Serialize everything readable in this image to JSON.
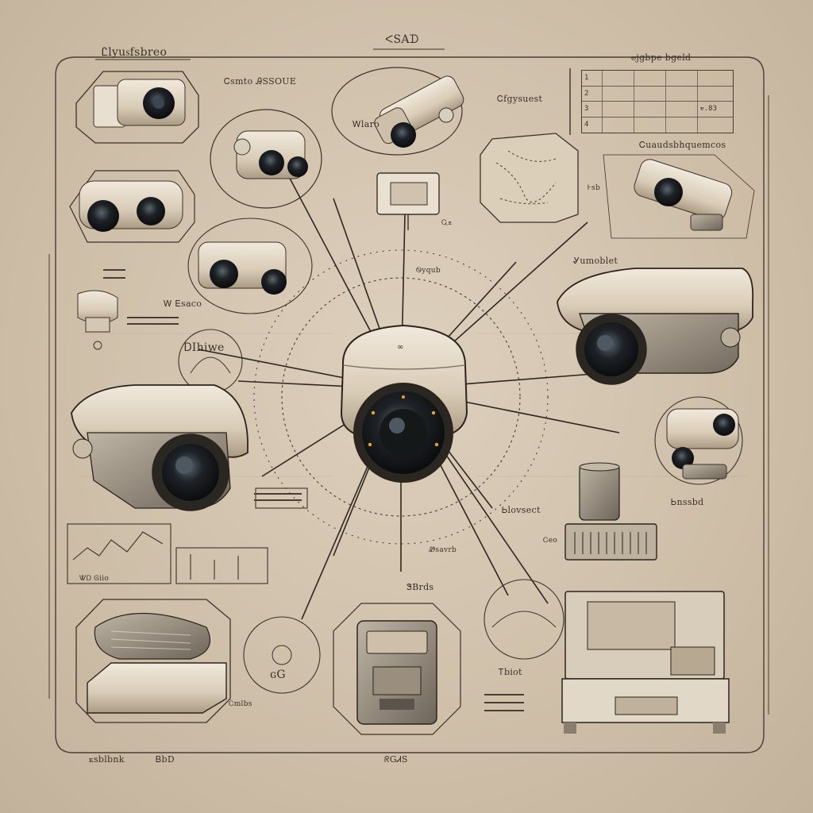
{
  "title": "ᐸSAᗪ",
  "labels": {
    "top_left": "Ꮭlyuꮪfsbreo",
    "top_right": "ꮼjgbpe bgeld",
    "left_top_box": "Ꮯsmto ᎯSSOUE",
    "center_top": "Ꮯfgysuest",
    "rack_label": "Ꮯuaudsbhquemcos",
    "right_mid": "Ꮍumoblet",
    "cam_caption": "Ꮃlaro",
    "center_wire": "Ꮻyqub",
    "left_mid": "Ꮃ Ꭼsaco",
    "left_dial": "ᎠIhiwe",
    "right_lower": "Ꮟnssbd",
    "controller": "Ꮟlovsect",
    "center_bottom": "ᏕBrds",
    "bottom_center_small": "ɢG",
    "recorder_label": "Ꭲbiot",
    "bottom_left": "ꮶsblbnk",
    "bottom_left2": "ᏴbD",
    "bottom_center": "ᖇGᏗS",
    "left_graph": "ᏔᎠ Ꮆiio",
    "left_lower": "Ꮯmlbs",
    "box_tag": "Ꮺsavrb",
    "rack_small": "Ꮯeo",
    "icon_side": "Ꮀsb",
    "mid_right_small": "Ꮹꭼ"
  },
  "table_rows": [
    [
      "1",
      "",
      "",
      "",
      ""
    ],
    [
      "2",
      "",
      "",
      "",
      ""
    ],
    [
      "3",
      "",
      "",
      "",
      "ꮜ.83"
    ],
    [
      "4",
      "",
      "",
      "",
      ""
    ]
  ],
  "colors": {
    "paper": "#d3c4ae",
    "ink": "#3a3027",
    "device_shell": "#e6dccb",
    "device_dark": "#2a2622",
    "lens": "#1e2226"
  }
}
